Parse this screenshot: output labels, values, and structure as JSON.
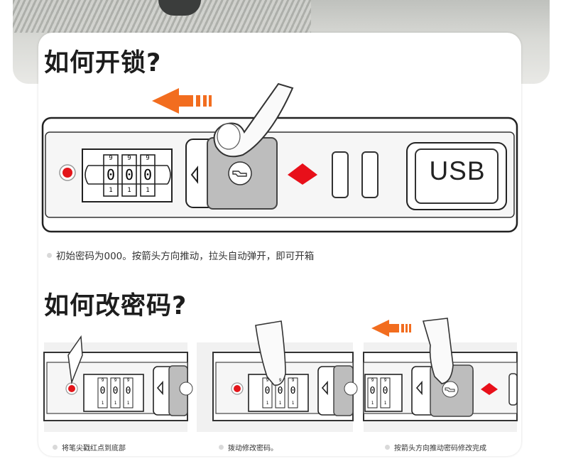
{
  "section1": {
    "title": "如何开锁?",
    "usb_label": "USB",
    "digits_top": [
      "9",
      "9",
      "9"
    ],
    "digits_mid": [
      "0",
      "0",
      "0"
    ],
    "digits_bot": [
      "1",
      "1",
      "1"
    ],
    "caption": "初始密码为000。按箭头方向推动，拉头自动弹开，即可开箱"
  },
  "section2": {
    "title": "如何改密码?",
    "steps": [
      {
        "caption": "将笔尖戳红点到底部"
      },
      {
        "caption": "拨动修改密码。"
      },
      {
        "caption": "按箭头方向推动密码修改完成"
      }
    ]
  },
  "colors": {
    "accent_orange": "#f26d1f",
    "red_dot": "#e3151a",
    "arrow_red": "#e8101a"
  }
}
